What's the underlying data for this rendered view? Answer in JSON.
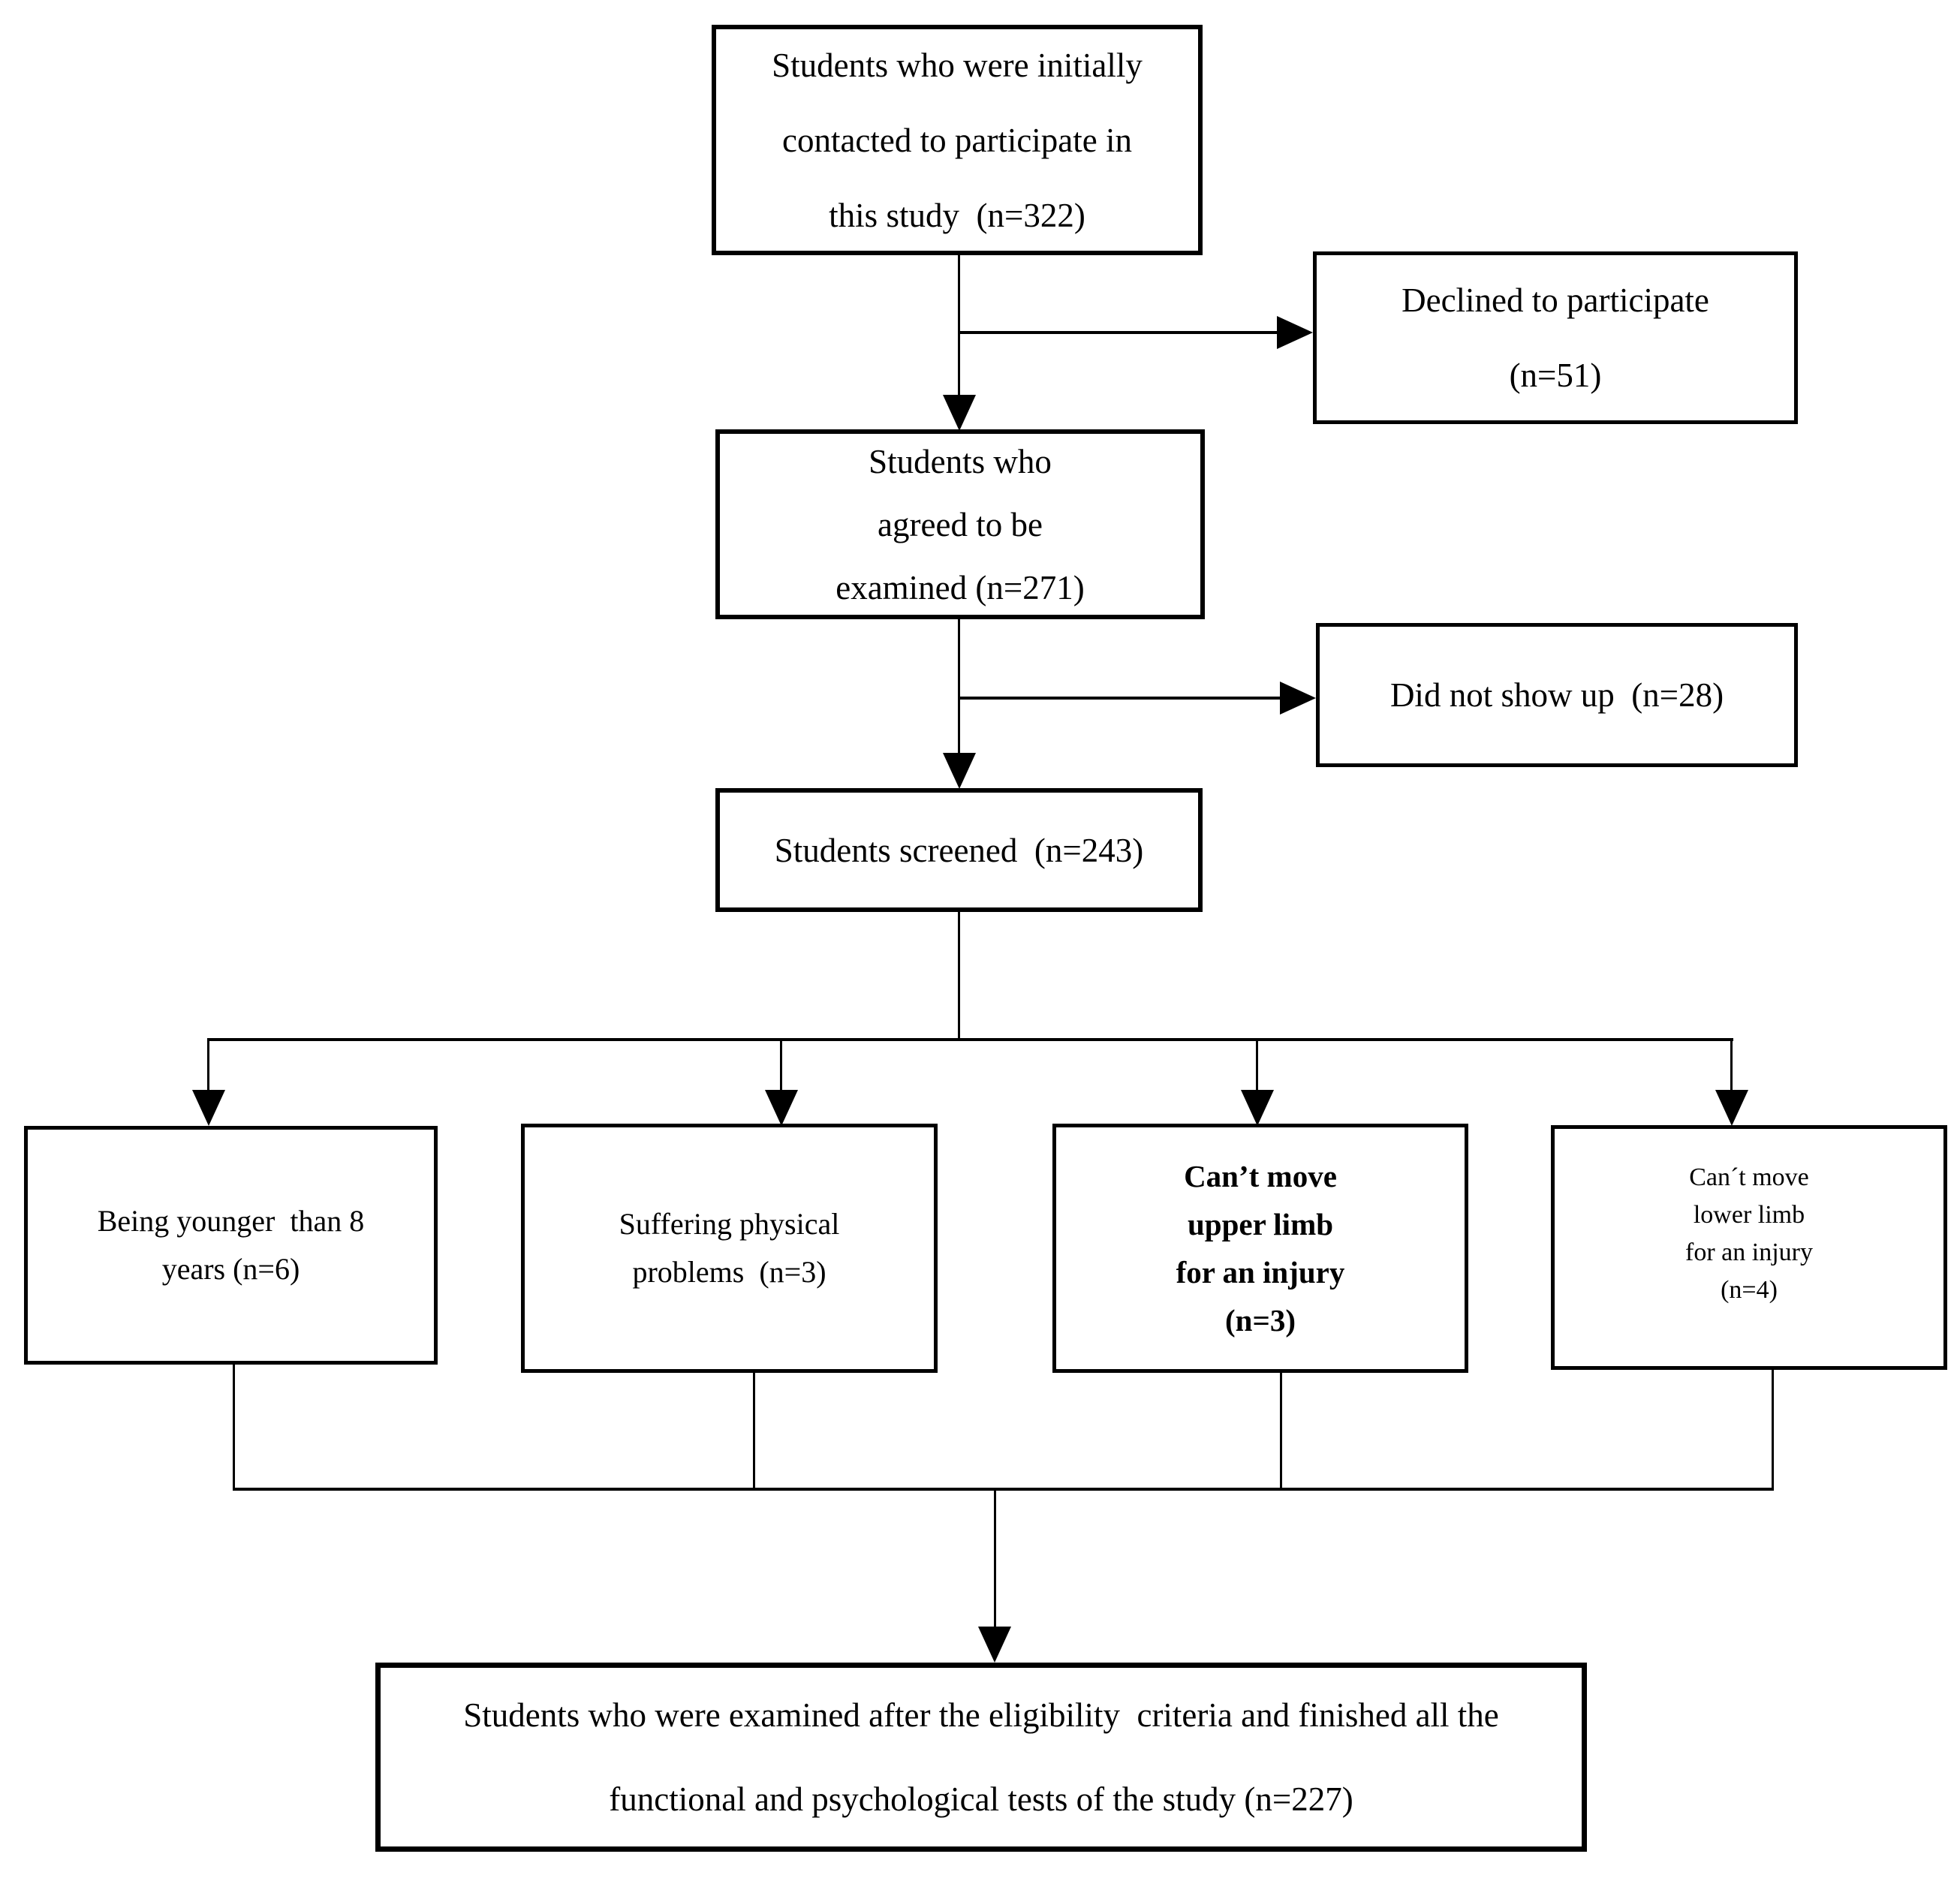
{
  "diagram": {
    "kind": "study-flowchart",
    "colors": {
      "background": "#ffffff",
      "line": "#000000",
      "text": "#000000"
    },
    "nodes": {
      "initial": {
        "lines": [
          "Students who were initially",
          "contacted to participate in",
          "this study  (n=322)"
        ],
        "n": 322
      },
      "declined": {
        "lines": [
          "Declined to participate",
          "(n=51)"
        ],
        "n": 51
      },
      "agreed": {
        "lines": [
          "Students who",
          "agreed to be",
          "examined (n=271)"
        ],
        "n": 271
      },
      "no_show": {
        "lines": [
          "Did not show up  (n=28)"
        ],
        "n": 28
      },
      "screened": {
        "lines": [
          "Students screened  (n=243)"
        ],
        "n": 243
      },
      "excl_age": {
        "lines": [
          "Being younger  than 8",
          "years (n=6)"
        ],
        "n": 6
      },
      "excl_physical": {
        "lines": [
          "Suffering physical",
          "problems  (n=3)"
        ],
        "n": 3
      },
      "excl_upper_limb": {
        "lines": [
          "Can’t move",
          "upper limb",
          "for an injury",
          "(n=3)"
        ],
        "n": 3
      },
      "excl_lower_limb": {
        "lines": [
          "Can´t move",
          "lower limb",
          "for an injury",
          "(n=4)"
        ],
        "n": 4
      },
      "final": {
        "lines": [
          "Students who were examined after the eligibility  criteria and finished all the",
          "functional and psychological tests of the study (n=227)"
        ],
        "n": 227
      }
    },
    "edges": [
      {
        "from": "initial",
        "to": "agreed"
      },
      {
        "from": "initial",
        "to": "declined"
      },
      {
        "from": "agreed",
        "to": "screened"
      },
      {
        "from": "agreed",
        "to": "no_show"
      },
      {
        "from": "screened",
        "to": "excl_age"
      },
      {
        "from": "screened",
        "to": "excl_physical"
      },
      {
        "from": "screened",
        "to": "excl_upper_limb"
      },
      {
        "from": "screened",
        "to": "excl_lower_limb"
      },
      {
        "from": "excl_age",
        "to": "final"
      },
      {
        "from": "excl_physical",
        "to": "final"
      },
      {
        "from": "excl_upper_limb",
        "to": "final"
      },
      {
        "from": "excl_lower_limb",
        "to": "final"
      }
    ]
  }
}
